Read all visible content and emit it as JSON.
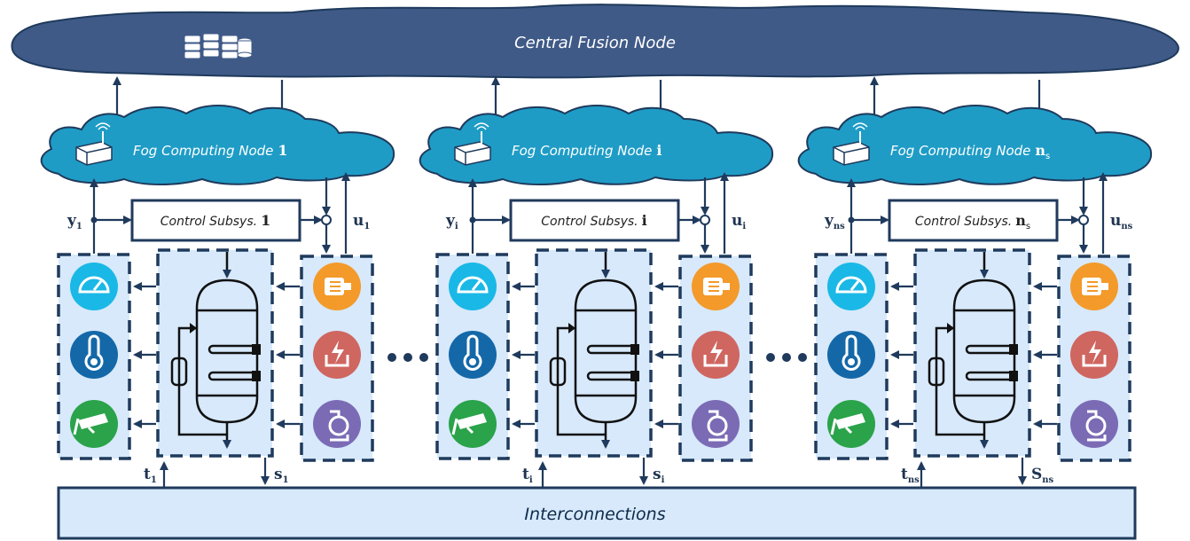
{
  "central": {
    "label": "Central Fusion Node"
  },
  "interconnections": {
    "label": "Interconnections"
  },
  "nodes": [
    {
      "fog_label": "Fog Computing Node",
      "fog_index": "1",
      "fog_sub": "",
      "control_label": "Control Subsys.",
      "control_index": "1",
      "control_sub": "",
      "y": "y",
      "y_sub": "1",
      "u": "u",
      "u_sub": "1",
      "t": "t",
      "t_sub": "1",
      "s": "s",
      "s_sub": "1"
    },
    {
      "fog_label": "Fog Computing Node",
      "fog_index": "i",
      "fog_sub": "",
      "control_label": "Control Subsys.",
      "control_index": "i",
      "control_sub": "",
      "y": "y",
      "y_sub": "i",
      "u": "u",
      "u_sub": "i",
      "t": "t",
      "t_sub": "i",
      "s": "s",
      "s_sub": "i"
    },
    {
      "fog_label": "Fog Computing Node",
      "fog_index": "n",
      "fog_sub": "s",
      "control_label": "Control Subsys.",
      "control_index": "n",
      "control_sub": "s",
      "y": "y",
      "y_sub": "ns",
      "u": "u",
      "u_sub": "ns",
      "t": "t",
      "t_sub": "ns",
      "s": "S",
      "s_sub": "ns"
    }
  ],
  "colors": {
    "central_cloud": "#3f5a87",
    "fog_cloud": "#1e9cc6",
    "dark_blue": "#1f3a5c",
    "panel_fill": "#d7e9fb",
    "gauge_icon": "#1ab8e6",
    "thermo_icon": "#1468a8",
    "camera_icon": "#2aa34a",
    "motor_icon": "#f39a2b",
    "power_icon": "#cf6660",
    "pump_icon": "#7b6bb5"
  },
  "icons": {
    "central": "server-stack-icon",
    "fog": "router-icon",
    "sensors": [
      "gauge-icon",
      "thermometer-icon",
      "camera-icon"
    ],
    "actuators": [
      "motor-icon",
      "power-icon",
      "pump-icon"
    ],
    "process": "distillation-column-icon"
  }
}
